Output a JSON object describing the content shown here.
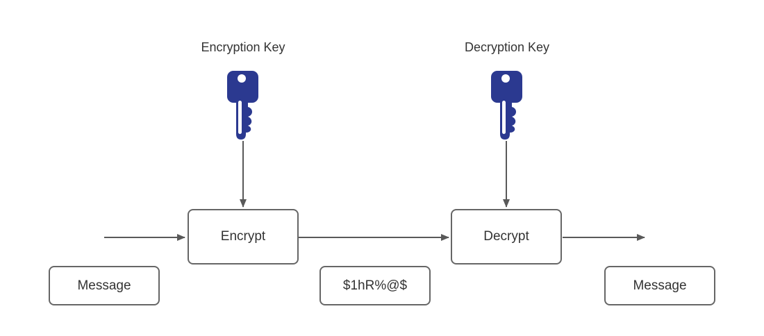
{
  "diagram": {
    "labels": {
      "encryption_key": "Encryption Key",
      "decryption_key": "Decryption Key",
      "encrypt": "Encrypt",
      "decrypt": "Decrypt",
      "message_in": "Message",
      "ciphertext": "$1hR%@$",
      "message_out": "Message"
    },
    "icons": {
      "encryption_key": "key-icon",
      "decryption_key": "key-icon"
    },
    "colors": {
      "key_blue": "#2b3990",
      "box_border": "#666666",
      "arrow": "#595959",
      "text": "#333333",
      "background": "#ffffff"
    }
  }
}
